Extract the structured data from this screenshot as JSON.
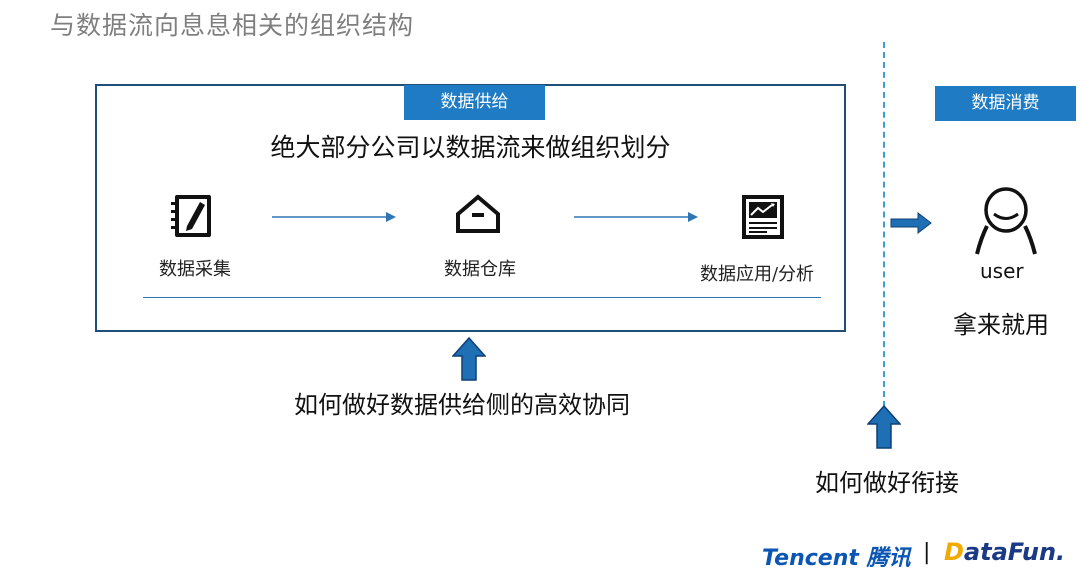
{
  "title": "与数据流向息息相关的组织结构",
  "supply": {
    "tag": "数据供给",
    "heading": "绝大部分公司以数据流来做组织划分",
    "stages": [
      {
        "label": "数据采集",
        "icon": "notebook-pen-icon"
      },
      {
        "label": "数据仓库",
        "icon": "house-icon"
      },
      {
        "label": "数据应用/分析",
        "icon": "analytics-report-icon"
      }
    ]
  },
  "consume": {
    "tag": "数据消费",
    "user_label": "user",
    "caption": "拿来就用"
  },
  "captions": {
    "supply_collab": "如何做好数据供给侧的高效协同",
    "handoff": "如何做好衔接"
  },
  "branding": {
    "tencent": "Tencent 腾讯",
    "separator": "|",
    "datafun_d": "D",
    "datafun_rest": "ataFun."
  },
  "colors": {
    "tag_bg": "#1f7bc4",
    "box_border": "#1f4e79",
    "arrow": "#1f6fb5",
    "dash": "#3ca0d6"
  }
}
